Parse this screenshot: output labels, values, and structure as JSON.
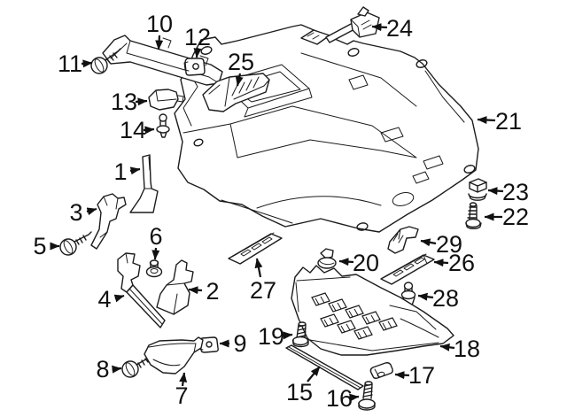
{
  "diagram": {
    "kind": "exploded-parts-diagram",
    "subject": "vehicle underbody splash shield assembly line drawing",
    "background_color": "#ffffff",
    "line_color": "#1c1c1c",
    "callout_color": "#111111",
    "callout_font_size": 27,
    "callouts": [
      {
        "number": "1",
        "points_to": "bracket",
        "label": [
          136,
          194
        ],
        "arrow": [
          147,
          193,
          158,
          191
        ]
      },
      {
        "number": "2",
        "points_to": "bracket",
        "label": [
          240,
          329
        ],
        "arrow": [
          228,
          328,
          213,
          327
        ]
      },
      {
        "number": "3",
        "points_to": "bracket",
        "label": [
          86,
          240
        ],
        "arrow": [
          98,
          239,
          109,
          236
        ]
      },
      {
        "number": "4",
        "points_to": "bracket",
        "label": [
          118,
          338
        ],
        "arrow": [
          130,
          337,
          140,
          334
        ]
      },
      {
        "number": "5",
        "points_to": "screw",
        "label": [
          45,
          278
        ],
        "arrow": [
          57,
          278,
          67,
          278
        ]
      },
      {
        "number": "6",
        "points_to": "grommet-nut",
        "label": [
          176,
          267
        ],
        "arrow": [
          176,
          280,
          175,
          293
        ]
      },
      {
        "number": "7",
        "points_to": "deflector",
        "label": [
          205,
          447
        ],
        "arrow": [
          206,
          436,
          208,
          421
        ]
      },
      {
        "number": "8",
        "points_to": "screw",
        "label": [
          116,
          417
        ],
        "arrow": [
          128,
          417,
          137,
          416
        ]
      },
      {
        "number": "9",
        "points_to": "clip",
        "label": [
          271,
          388
        ],
        "arrow": [
          259,
          388,
          248,
          388
        ]
      },
      {
        "number": "10",
        "points_to": "bracket-rail",
        "label": [
          180,
          27
        ],
        "arrow": [
          180,
          40,
          179,
          56
        ]
      },
      {
        "number": "11",
        "points_to": "screw",
        "label": [
          79,
          72
        ],
        "arrow": [
          92,
          72,
          104,
          71
        ]
      },
      {
        "number": "12",
        "points_to": "clip",
        "label": [
          223,
          42
        ],
        "arrow": [
          223,
          54,
          222,
          65
        ]
      },
      {
        "number": "13",
        "points_to": "bracket",
        "label": [
          140,
          115
        ],
        "arrow": [
          153,
          115,
          166,
          114
        ]
      },
      {
        "number": "14",
        "points_to": "push-pin",
        "label": [
          150,
          147
        ],
        "arrow": [
          162,
          147,
          174,
          146
        ]
      },
      {
        "number": "15",
        "points_to": "strip",
        "label": [
          338,
          443
        ],
        "arrow": [
          347,
          431,
          361,
          414
        ]
      },
      {
        "number": "16",
        "points_to": "bolt",
        "label": [
          383,
          450
        ],
        "arrow": [
          395,
          449,
          405,
          448
        ]
      },
      {
        "number": "17",
        "points_to": "clip",
        "label": [
          476,
          424
        ],
        "arrow": [
          462,
          424,
          446,
          423
        ]
      },
      {
        "number": "18",
        "points_to": "lower-shield",
        "label": [
          527,
          394
        ],
        "arrow": [
          513,
          393,
          497,
          391
        ]
      },
      {
        "number": "19",
        "points_to": "bolt",
        "label": [
          306,
          380
        ],
        "arrow": [
          318,
          379,
          330,
          378
        ]
      },
      {
        "number": "20",
        "points_to": "clip-nut",
        "label": [
          413,
          297
        ],
        "arrow": [
          399,
          296,
          383,
          295
        ]
      },
      {
        "number": "21",
        "points_to": "main-shield",
        "label": [
          574,
          137
        ],
        "arrow": [
          559,
          136,
          539,
          135
        ]
      },
      {
        "number": "22",
        "points_to": "bolt",
        "label": [
          582,
          245
        ],
        "arrow": [
          567,
          245,
          547,
          245
        ]
      },
      {
        "number": "23",
        "points_to": "nut",
        "label": [
          582,
          217
        ],
        "arrow": [
          568,
          216,
          551,
          215
        ]
      },
      {
        "number": "24",
        "points_to": "bracket",
        "label": [
          451,
          32
        ],
        "arrow": [
          437,
          31,
          420,
          30
        ]
      },
      {
        "number": "25",
        "points_to": "bracket",
        "label": [
          272,
          70
        ],
        "arrow": [
          271,
          83,
          268,
          97
        ]
      },
      {
        "number": "26",
        "points_to": "strip",
        "label": [
          521,
          297
        ],
        "arrow": [
          506,
          297,
          490,
          296
        ]
      },
      {
        "number": "27",
        "points_to": "strip",
        "label": [
          297,
          328
        ],
        "arrow": [
          294,
          313,
          290,
          292
        ]
      },
      {
        "number": "28",
        "points_to": "push-pin",
        "label": [
          503,
          337
        ],
        "arrow": [
          489,
          336,
          472,
          334
        ]
      },
      {
        "number": "29",
        "points_to": "bracket",
        "label": [
          507,
          276
        ],
        "arrow": [
          492,
          275,
          475,
          272
        ]
      }
    ]
  }
}
